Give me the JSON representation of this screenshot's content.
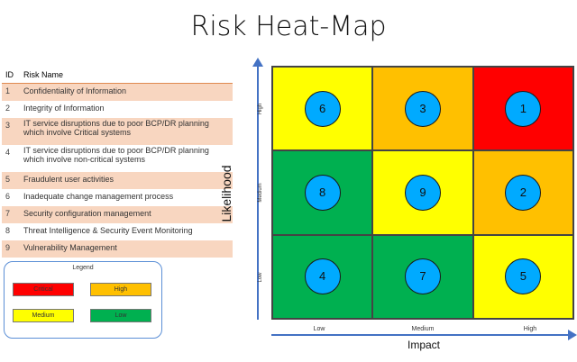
{
  "title": "Risk Heat-Map",
  "table": {
    "header_id": "ID",
    "header_name": "Risk Name",
    "rows": [
      {
        "id": "1",
        "name": "Confidentiality of Information"
      },
      {
        "id": "2",
        "name": "Integrity of Information"
      },
      {
        "id": "3",
        "name": "IT service disruptions due to poor BCP/DR planning which involve Critical systems"
      },
      {
        "id": "4",
        "name": "IT service disruptions due to poor BCP/DR planning which involve non-critical systems"
      },
      {
        "id": "5",
        "name": "Fraudulent user activities"
      },
      {
        "id": "6",
        "name": "Inadequate change management process"
      },
      {
        "id": "7",
        "name": "Security configuration management"
      },
      {
        "id": "8",
        "name": "Threat Intelligence & Security Event Monitoring"
      },
      {
        "id": "9",
        "name": "Vulnerability Management"
      }
    ]
  },
  "legend": {
    "title": "Legend",
    "items": [
      {
        "label": "Critical",
        "color": "#ff0000"
      },
      {
        "label": "High",
        "color": "#ffc000"
      },
      {
        "label": "Medium",
        "color": "#ffff00"
      },
      {
        "label": "Low",
        "color": "#00b050"
      }
    ]
  },
  "heatmap": {
    "ylabel": "Likelihood",
    "xlabel": "Impact",
    "yticks": [
      "High",
      "Medium",
      "Low"
    ],
    "xticks": [
      "Low",
      "Medium",
      "High"
    ],
    "colors": {
      "critical": "#ff0000",
      "high": "#ffc000",
      "medium": "#ffff00",
      "low": "#00b050",
      "bubble": "#00aaff"
    },
    "cells": [
      {
        "likelihood": "High",
        "impact": "Low",
        "level": "medium",
        "risk": "6"
      },
      {
        "likelihood": "High",
        "impact": "Medium",
        "level": "high",
        "risk": "3"
      },
      {
        "likelihood": "High",
        "impact": "High",
        "level": "critical",
        "risk": "1"
      },
      {
        "likelihood": "Medium",
        "impact": "Low",
        "level": "low",
        "risk": "8"
      },
      {
        "likelihood": "Medium",
        "impact": "Medium",
        "level": "medium",
        "risk": "9"
      },
      {
        "likelihood": "Medium",
        "impact": "High",
        "level": "high",
        "risk": "2"
      },
      {
        "likelihood": "Low",
        "impact": "Low",
        "level": "low",
        "risk": "4"
      },
      {
        "likelihood": "Low",
        "impact": "Medium",
        "level": "low",
        "risk": "7"
      },
      {
        "likelihood": "Low",
        "impact": "High",
        "level": "medium",
        "risk": "5"
      }
    ]
  }
}
